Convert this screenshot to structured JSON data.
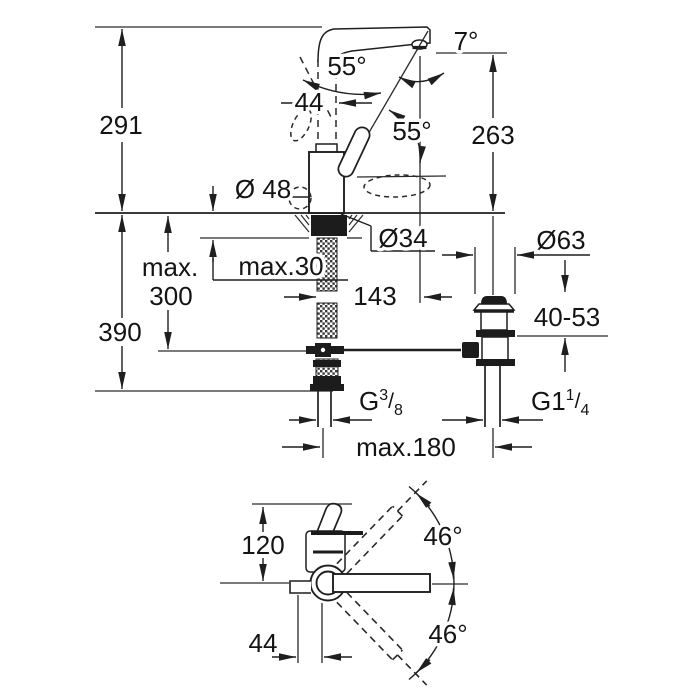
{
  "drawing": {
    "background": "#ffffff",
    "line_color": "#1f1f1f",
    "front_view": {
      "height_overall": "291",
      "swivel_angle_left": "55°",
      "neck_width": "44",
      "spout_tilt": "7°",
      "lever_angle": "55°",
      "spout_height": "263",
      "body_diameter": "Ø 48",
      "hole_diameter": "Ø34",
      "counter_thickness": "max.30",
      "hose_depth_prefix": "max.",
      "hose_depth_value": "300",
      "depth_below": "390",
      "spout_reach": "143",
      "drain_flange_diameter": "Ø63",
      "clamping_range": "40-53",
      "supply_thread": {
        "prefix": "G",
        "sup": "3",
        "slash": "/",
        "sub": "8"
      },
      "drain_thread": {
        "prefix": "G1",
        "sup": "1",
        "slash": "/",
        "sub": "4"
      },
      "center_distance": "max.180"
    },
    "top_view": {
      "body_height": "120",
      "swivel_up": "46°",
      "swivel_down": "46°",
      "pivot_offset": "44"
    }
  }
}
